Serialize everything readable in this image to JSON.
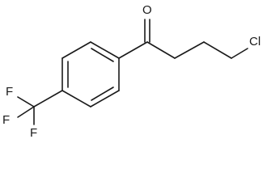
{
  "molecule": {
    "atoms": {
      "oxygen": "O",
      "chlorine": "Cl",
      "fluorine_top": "F",
      "fluorine_left": "F",
      "fluorine_bottom": "F"
    }
  }
}
